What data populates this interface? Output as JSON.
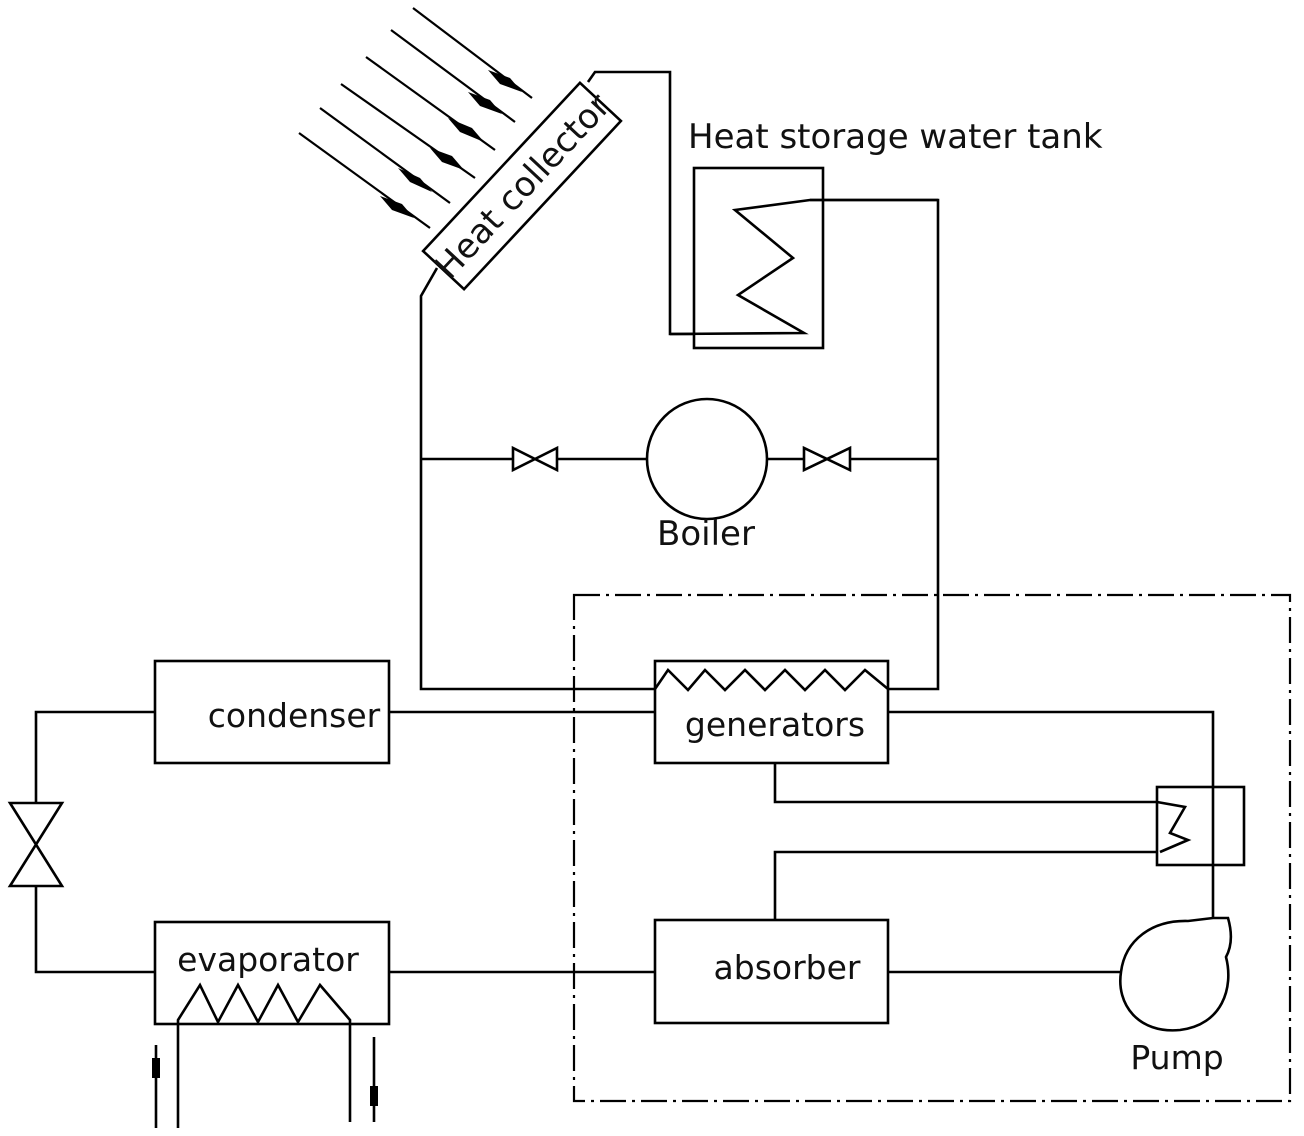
{
  "labels": {
    "heat_collector": "Heat collector",
    "heat_storage_water_tank": "Heat storage water tank",
    "boiler": "Boiler",
    "condenser": "condenser",
    "generators": "generators",
    "evaporator": "evaporator",
    "absorber": "absorber",
    "pump": "Pump"
  }
}
